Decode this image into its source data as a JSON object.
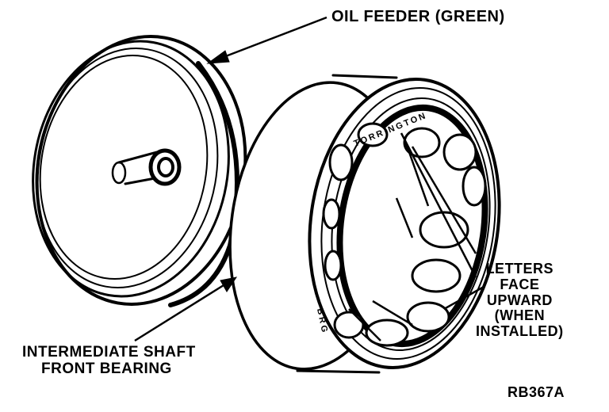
{
  "labels": {
    "oil_feeder": "OIL FEEDER (GREEN)",
    "shaft_line1": "INTERMEDIATE SHAFT",
    "shaft_line2": "FRONT BEARING",
    "letters_line1": "LETTERS",
    "letters_line2": "FACE",
    "letters_line3": "UPWARD",
    "letters_line4": "(WHEN",
    "letters_line5": "INSTALLED)",
    "figure_code": "RB367A"
  },
  "bearing_marking": {
    "upper": "TORRINGTON",
    "lower": "BRG"
  },
  "colors": {
    "ink": "#000000",
    "paper": "#ffffff"
  }
}
